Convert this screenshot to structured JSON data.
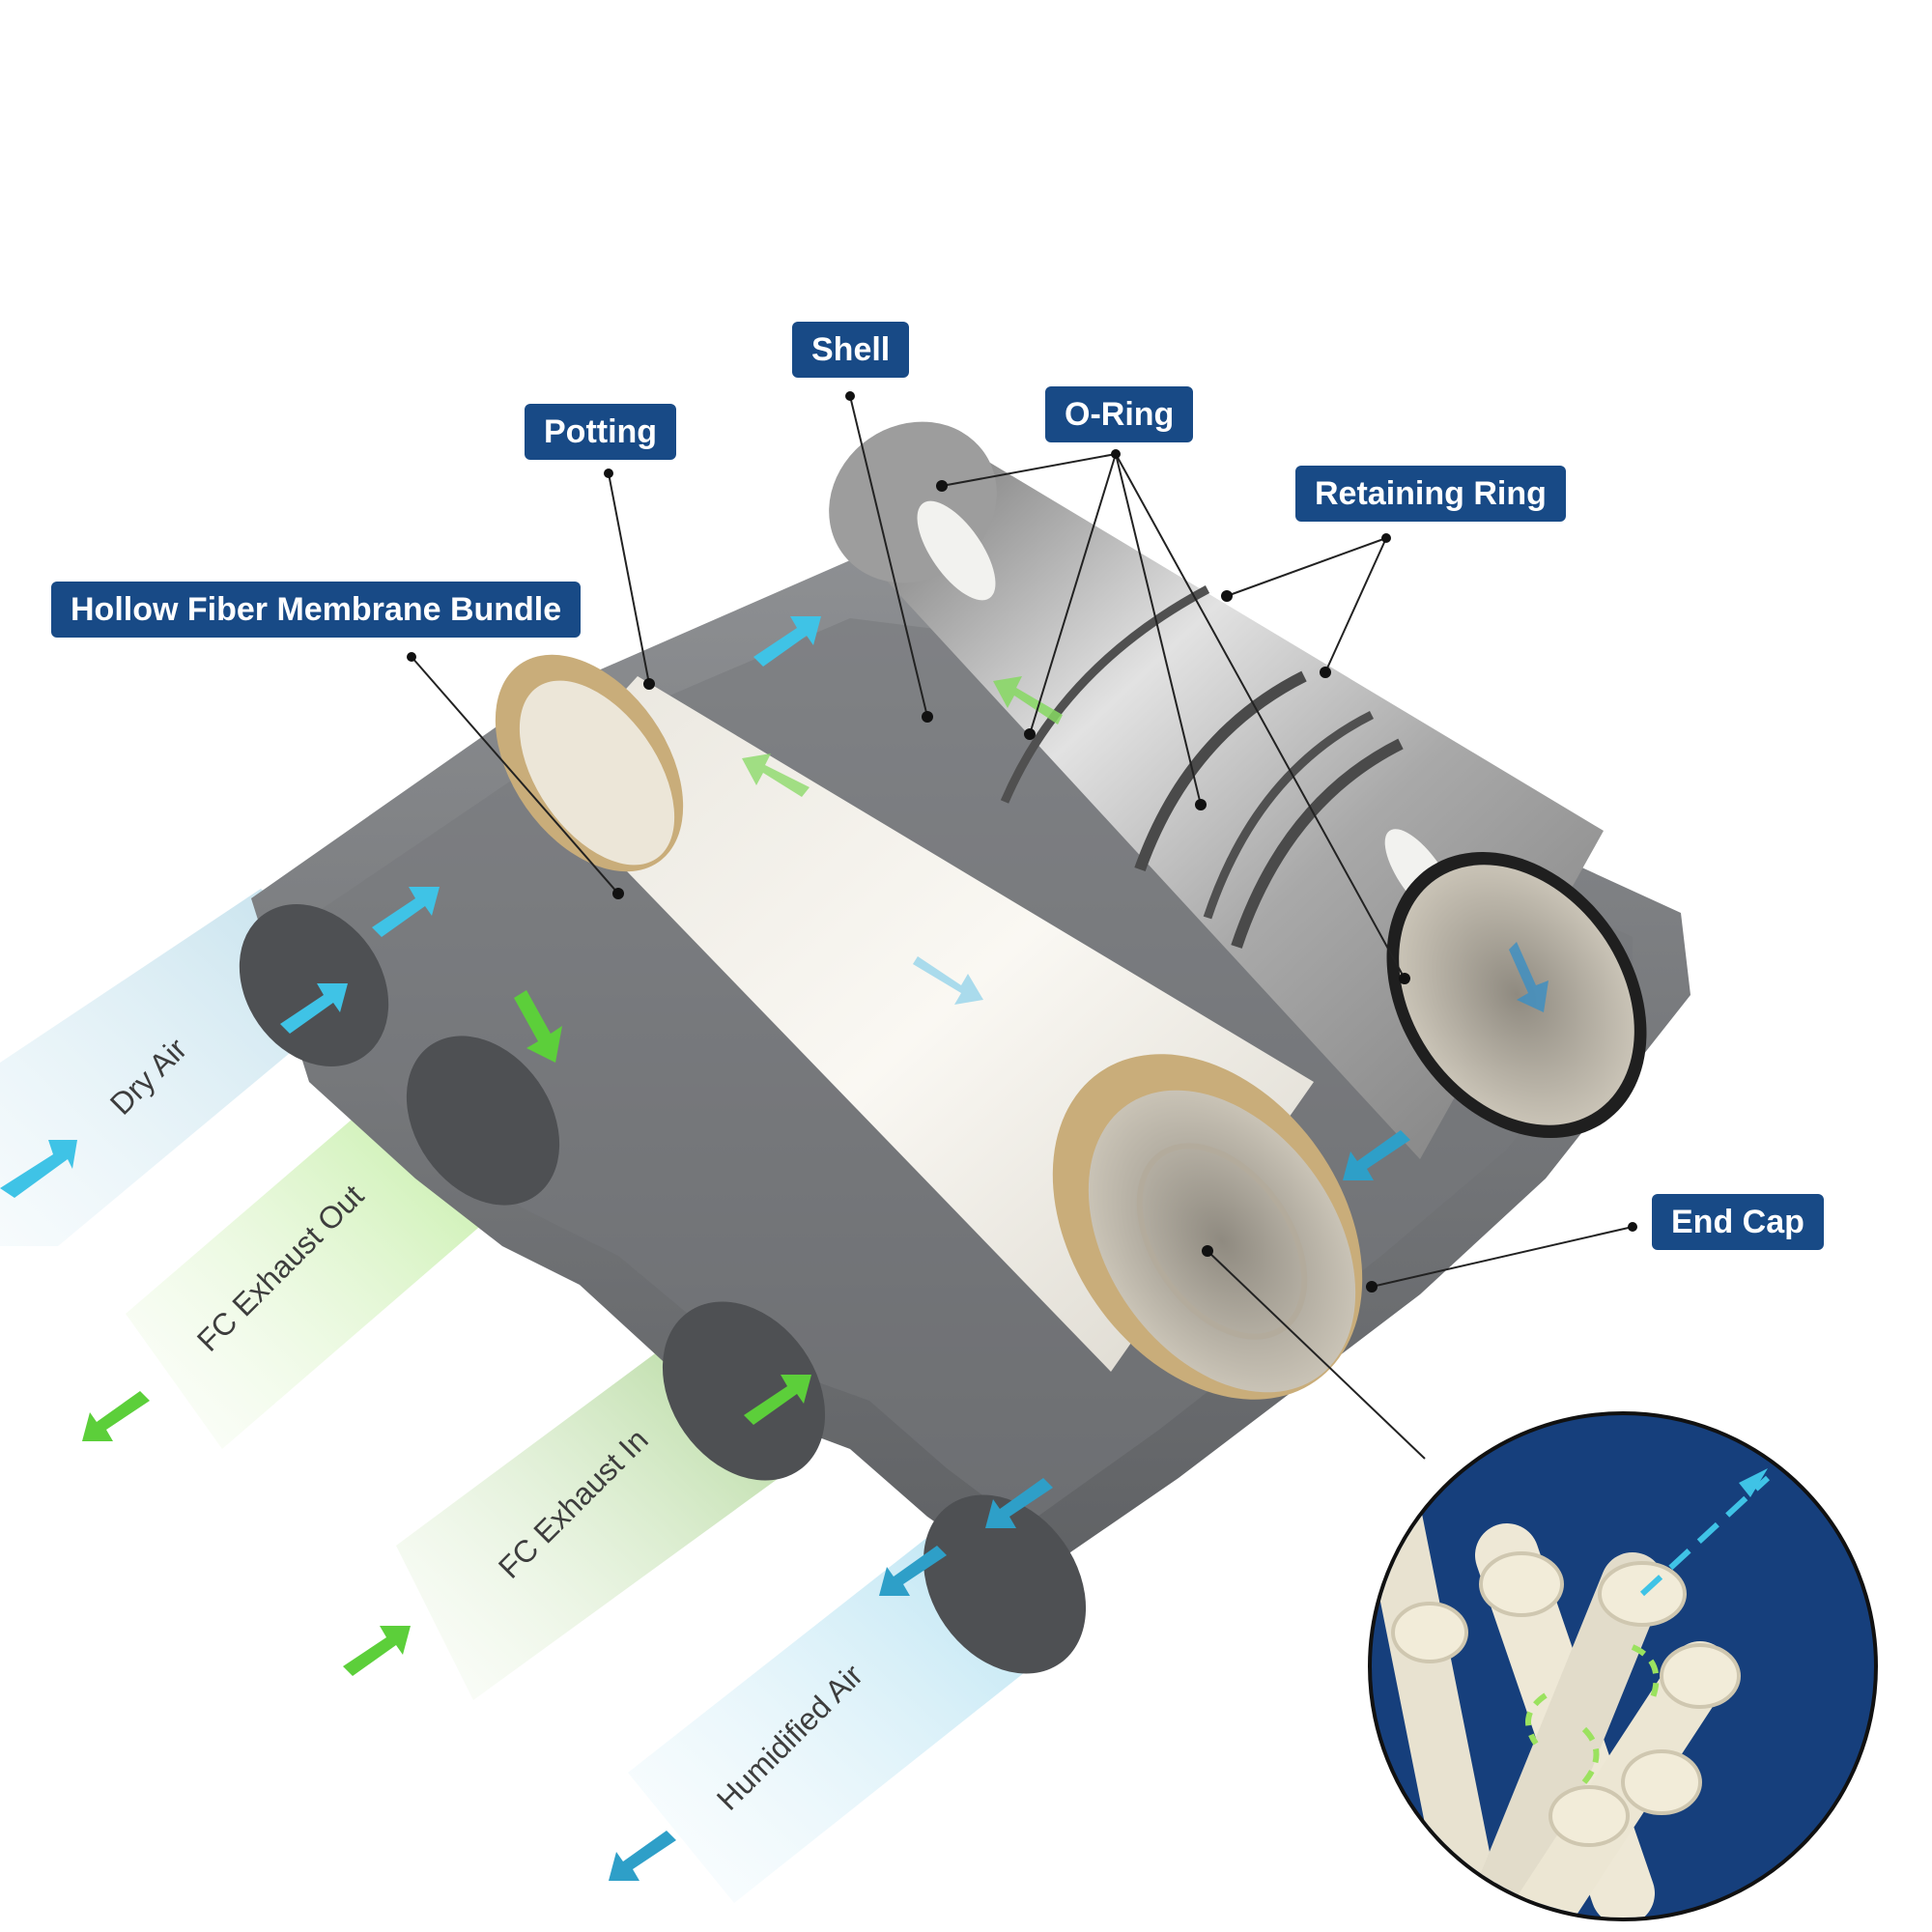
{
  "callouts": {
    "shell": "Shell",
    "potting": "Potting",
    "o_ring": "O-Ring",
    "retaining_ring": "Retaining Ring",
    "hollow_fiber": "Hollow Fiber Membrane Bundle",
    "end_cap": "End Cap"
  },
  "streams": {
    "dry_air": "Dry Air",
    "fc_exhaust_out": "FC Exhaust Out",
    "fc_exhaust_in": "FC Exhaust In",
    "humidified_air": "Humidified Air"
  },
  "colors": {
    "callout_bg": "#184a86",
    "air_blue": "#3fc3e6",
    "exhaust_green": "#5ccf3a",
    "inset_bg": "#163f7c"
  }
}
